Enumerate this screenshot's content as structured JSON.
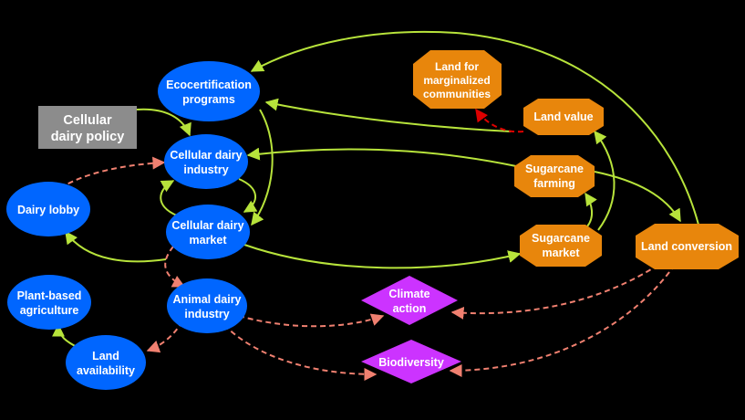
{
  "colors": {
    "background": "#000000",
    "ellipse_node": "#0066ff",
    "octagon_node": "#e8860c",
    "diamond_node": "#cc33ff",
    "policy_node": "#8c8c8c",
    "positive_edge": "#b7e33b",
    "negative_edge": "#f08070",
    "red_edge": "#dd0000"
  },
  "nodes": {
    "ecocertification": {
      "label": [
        "Ecocertification",
        "programs"
      ],
      "shape": "ellipse"
    },
    "cellular_policy": {
      "label": [
        "Cellular",
        "dairy policy"
      ],
      "shape": "rectangle"
    },
    "cellular_industry": {
      "label": [
        "Cellular dairy",
        "industry"
      ],
      "shape": "ellipse"
    },
    "dairy_lobby": {
      "label": [
        "Dairy lobby"
      ],
      "shape": "ellipse"
    },
    "cellular_market": {
      "label": [
        "Cellular dairy",
        "market"
      ],
      "shape": "ellipse"
    },
    "plant_based": {
      "label": [
        "Plant-based",
        "agriculture"
      ],
      "shape": "ellipse"
    },
    "animal_dairy": {
      "label": [
        "Animal dairy",
        "industry"
      ],
      "shape": "ellipse"
    },
    "land_availability": {
      "label": [
        "Land",
        "availability"
      ],
      "shape": "ellipse"
    },
    "land_marginalized": {
      "label": [
        "Land for",
        "marginalized",
        "communities"
      ],
      "shape": "octagon"
    },
    "land_value": {
      "label": [
        "Land value"
      ],
      "shape": "octagon"
    },
    "sugarcane_farming": {
      "label": [
        "Sugarcane",
        "farming"
      ],
      "shape": "octagon"
    },
    "sugarcane_market": {
      "label": [
        "Sugarcane",
        "market"
      ],
      "shape": "octagon"
    },
    "land_conversion": {
      "label": [
        "Land conversion"
      ],
      "shape": "octagon"
    },
    "climate_action": {
      "label": [
        "Climate",
        "action"
      ],
      "shape": "diamond"
    },
    "biodiversity": {
      "label": [
        "Biodiversity"
      ],
      "shape": "diamond"
    }
  },
  "edges": [
    {
      "from": "cellular_policy",
      "to": "cellular_industry",
      "type": "positive"
    },
    {
      "from": "cellular_industry",
      "to": "cellular_market",
      "type": "positive"
    },
    {
      "from": "cellular_market",
      "to": "cellular_industry",
      "type": "positive"
    },
    {
      "from": "ecocertification",
      "to": "cellular_market",
      "type": "positive"
    },
    {
      "from": "dairy_lobby",
      "to": "cellular_industry",
      "type": "negative"
    },
    {
      "from": "cellular_market",
      "to": "dairy_lobby",
      "type": "positive"
    },
    {
      "from": "cellular_market",
      "to": "animal_dairy",
      "type": "negative"
    },
    {
      "from": "cellular_market",
      "to": "sugarcane_market",
      "type": "positive"
    },
    {
      "from": "sugarcane_farming",
      "to": "cellular_industry",
      "type": "positive"
    },
    {
      "from": "sugarcane_market",
      "to": "sugarcane_farming",
      "type": "positive"
    },
    {
      "from": "sugarcane_market",
      "to": "land_value",
      "type": "positive"
    },
    {
      "from": "sugarcane_farming",
      "to": "land_conversion",
      "type": "positive"
    },
    {
      "from": "land_conversion",
      "to": "ecocertification",
      "type": "positive"
    },
    {
      "from": "land_value",
      "to": "ecocertification",
      "type": "positive"
    },
    {
      "from": "land_value",
      "to": "land_marginalized",
      "type": "red"
    },
    {
      "from": "animal_dairy",
      "to": "land_availability",
      "type": "negative"
    },
    {
      "from": "animal_dairy",
      "to": "climate_action",
      "type": "negative"
    },
    {
      "from": "animal_dairy",
      "to": "biodiversity",
      "type": "negative"
    },
    {
      "from": "land_availability",
      "to": "plant_based",
      "type": "positive"
    },
    {
      "from": "land_conversion",
      "to": "climate_action",
      "type": "negative"
    },
    {
      "from": "land_conversion",
      "to": "biodiversity",
      "type": "negative"
    }
  ]
}
